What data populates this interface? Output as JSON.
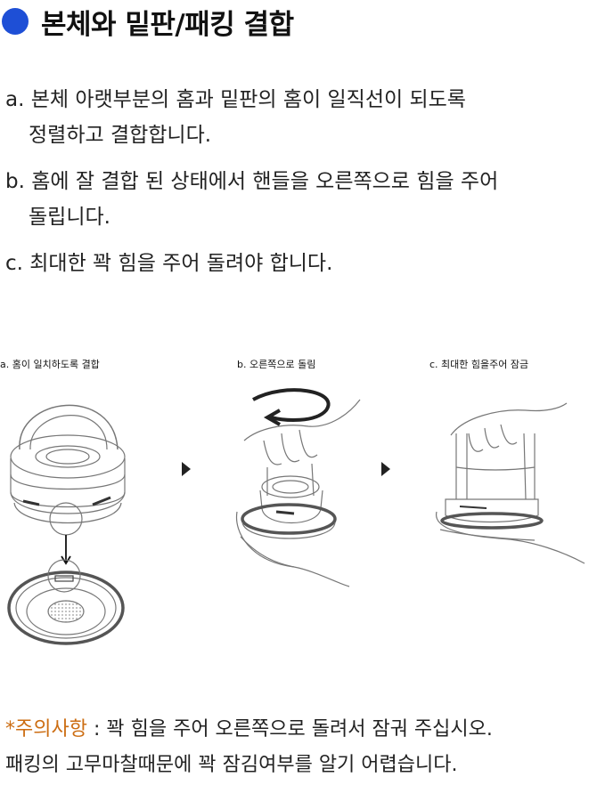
{
  "header": {
    "title": "본체와 밑판/패킹 결합",
    "accent_color": "#1e4fd6"
  },
  "steps": [
    {
      "line1": "a. 본체 아랫부분의 홈과 밑판의 홈이 일직선이 되도록",
      "line2": "정렬하고 결합합니다."
    },
    {
      "line1": "b. 홈에 잘 결합 된 상태에서 핸들을 오른쪽으로 힘을 주어",
      "line2": "돌립니다."
    },
    {
      "line1": "c. 최대한 꽉 힘을 주어 돌려야 합니다.",
      "line2": ""
    }
  ],
  "figures": {
    "captions": [
      "a. 홈이 일치하도록 결합",
      "b. 오른쪽으로 돌림",
      "c. 최대한 힘을주어 잠금"
    ],
    "arrow_icon": "triangle-right-icon"
  },
  "note": {
    "label": "*주의사항",
    "text": " : 꽉 힘을 주어 오른쪽으로 돌려서 잠궈 주십시오.",
    "line2": "패킹의 고무마찰때문에 꽉 잠김여부를 알기 어렵습니다.",
    "label_color": "#cc6d12"
  }
}
